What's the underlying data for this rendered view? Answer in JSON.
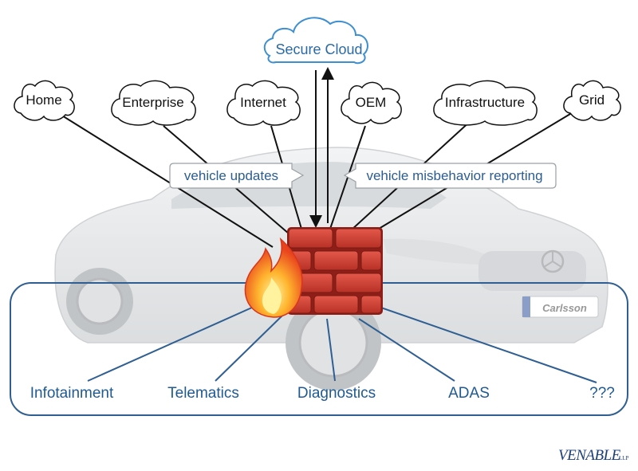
{
  "top_cloud": {
    "label": "Secure Cloud"
  },
  "clouds": [
    {
      "id": "home",
      "label": "Home"
    },
    {
      "id": "enterprise",
      "label": "Enterprise"
    },
    {
      "id": "internet",
      "label": "Internet"
    },
    {
      "id": "oem",
      "label": "OEM"
    },
    {
      "id": "infrastructure",
      "label": "Infrastructure"
    },
    {
      "id": "grid",
      "label": "Grid"
    }
  ],
  "callouts": {
    "left": "vehicle updates",
    "right": "vehicle misbehavior reporting"
  },
  "internal_systems": [
    {
      "id": "infotainment",
      "label": "Infotainment"
    },
    {
      "id": "telematics",
      "label": "Telematics"
    },
    {
      "id": "diagnostics",
      "label": "Diagnostics"
    },
    {
      "id": "adas",
      "label": "ADAS"
    },
    {
      "id": "unknown",
      "label": "???"
    }
  ],
  "plate_text": "Carlsson",
  "logo": {
    "text": "VENABLE",
    "suffix": "LLP"
  },
  "colors": {
    "outline_blue": "#2f5f92",
    "text_blue": "#1f5a93",
    "secure_blue": "#3d8fd1",
    "brick_red": "#d6453a",
    "flame_orange": "#f39c12"
  }
}
